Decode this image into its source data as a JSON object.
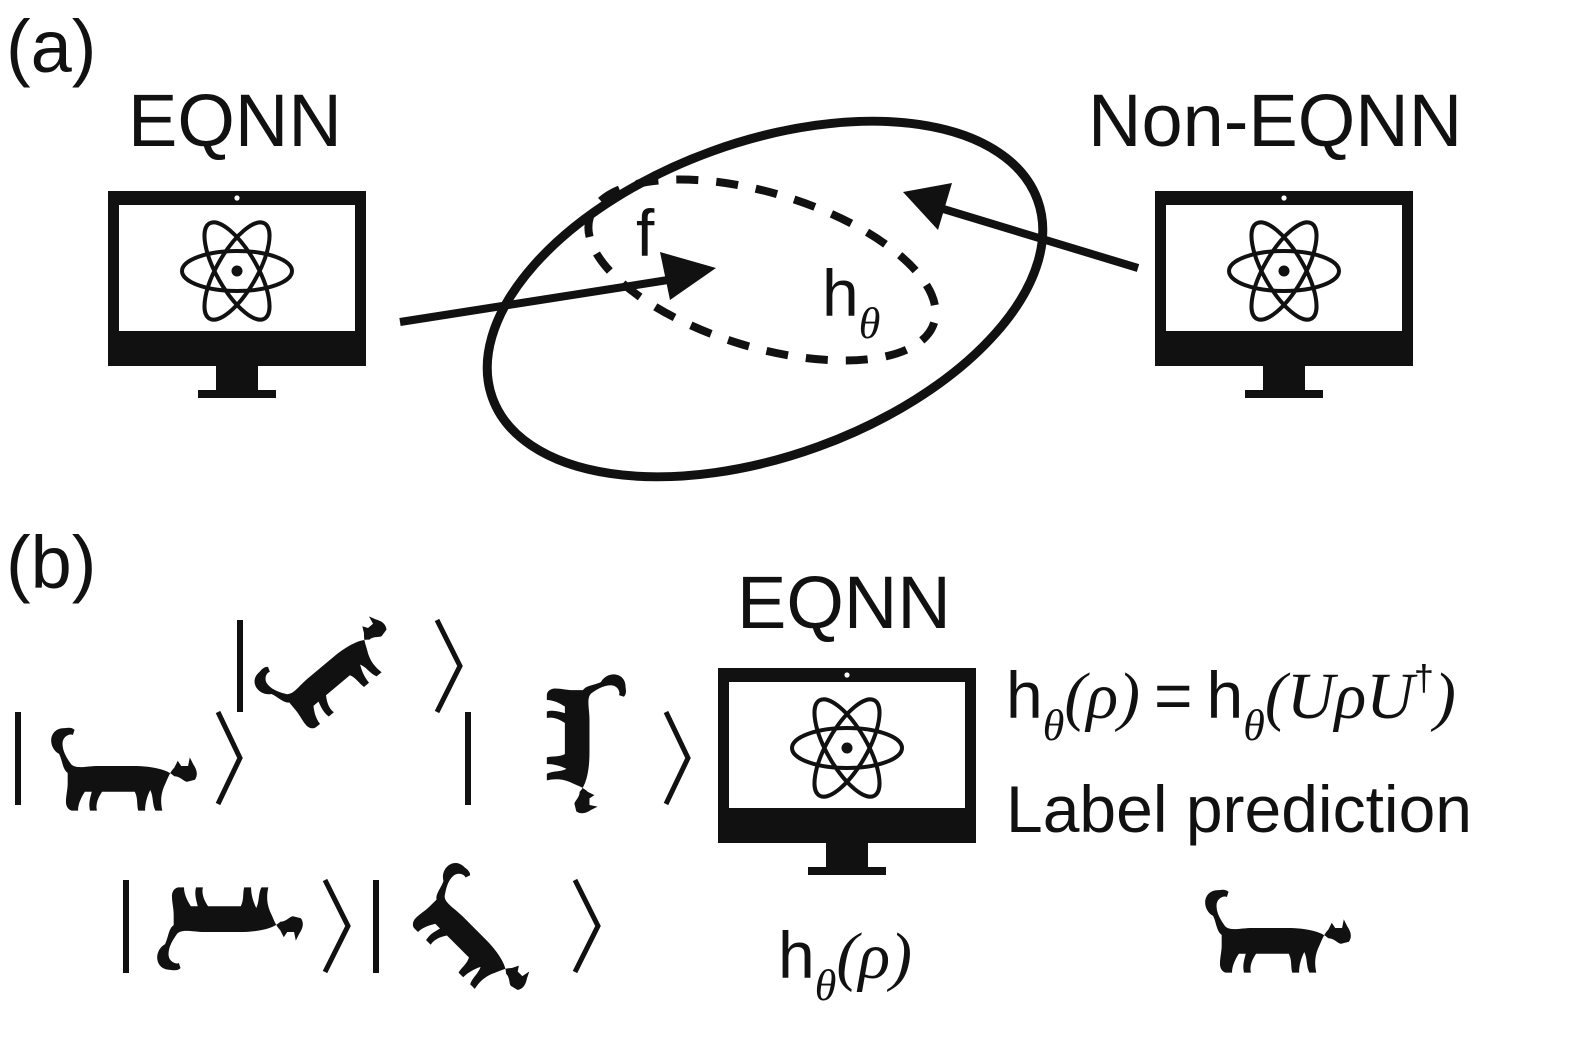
{
  "panel_a": {
    "panel_label": "(a)",
    "left_title": "EQNN",
    "right_title": "Non-EQNN",
    "inner_set_label": "f",
    "hypothesis_label": "h",
    "hypothesis_sub": "θ"
  },
  "panel_b": {
    "panel_label": "(b)",
    "network_title": "EQNN",
    "output": {
      "h": "h",
      "sub": "θ",
      "arg": "(ρ)"
    },
    "equation": {
      "lhs_h": "h",
      "lhs_sub": "θ",
      "lhs_arg": "(ρ)",
      "equals": "=",
      "rhs_h": "h",
      "rhs_sub": "θ",
      "rhs_arg": "(UρU",
      "rhs_dagger": "†",
      "rhs_close": ")"
    },
    "prediction_label": "Label prediction",
    "ket_states": [
      {
        "name": "cat-walking-upright"
      },
      {
        "name": "cat-rotated-jumping"
      },
      {
        "name": "cat-rotated-90"
      },
      {
        "name": "cat-upside-down"
      },
      {
        "name": "cat-rotated-diagonal"
      }
    ]
  },
  "icons": [
    "computer-monitor-icon",
    "atom-icon",
    "cat-silhouette-icon"
  ],
  "colors": {
    "ink": "#111111",
    "background": "#ffffff"
  }
}
